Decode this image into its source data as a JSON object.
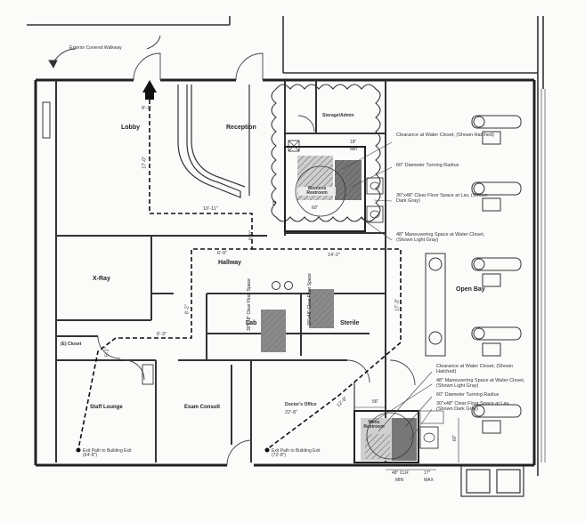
{
  "plan": {
    "walkway": "Exterior Covered Walkway",
    "rooms": {
      "lobby": "Lobby",
      "reception": "Reception",
      "storage": "Storage/Admin",
      "womens": "Womens Restroom",
      "xray": "X-Ray",
      "hallway": "Hallway",
      "open_bay": "Open Bay",
      "lab": "Lab",
      "sterile": "Sterile",
      "closet": "(E) Closet",
      "staff": "Staff Lounge",
      "exam": "Exam Consult",
      "doctor": "Doctor's Office",
      "mens": "Mens Restroom"
    },
    "exit_labels": {
      "left": "Exit Path to Building Exit (64'-8\")",
      "right": "Exit Path to Building Exit (72'-8\")"
    },
    "dimensions": {
      "d1": "8'-7\"",
      "d2": "17'-0\"",
      "d3": "10'-11\"",
      "d4": "6'-0\"",
      "d5": "8'-0\"",
      "d6": "14'-2\"",
      "d7": "6'-3\"",
      "d8": "8'-2\"",
      "d9": "17'-3\"",
      "d10": "12'-8\"",
      "d11": "22'-8\"",
      "d12": "5'-1\"",
      "w18": "18\"",
      "wmin": "Min",
      "w48": "48\"",
      "w60": "60\"",
      "m56": "56\"",
      "m60": "60\"",
      "m48": "48\" CLR",
      "m17": "17\"",
      "mmin": "MIN",
      "mmax": "MAX"
    },
    "notes_top": [
      "Clearance at Water Closet, (Shown Hatched)",
      "60\" Diameter Turning Radius",
      "30\"x48\" Clear Floor Space at Lav, (Shown Dark Gray)",
      "48\" Maneuvering Space at Water Closet, (Shown Light Gray)"
    ],
    "notes_bottom": [
      "Clearance at Water Closet, (Shown Hatched)",
      "48\" Maneuvering Space at Water Closet, (Shown Light Gray)",
      "60\" Diameter Turning Radius",
      "30\"x48\" Clear Floor Space at Lav, (Shown Dark Gray)"
    ],
    "clear_floor": "30\"x48\" Clear Floor Space"
  }
}
